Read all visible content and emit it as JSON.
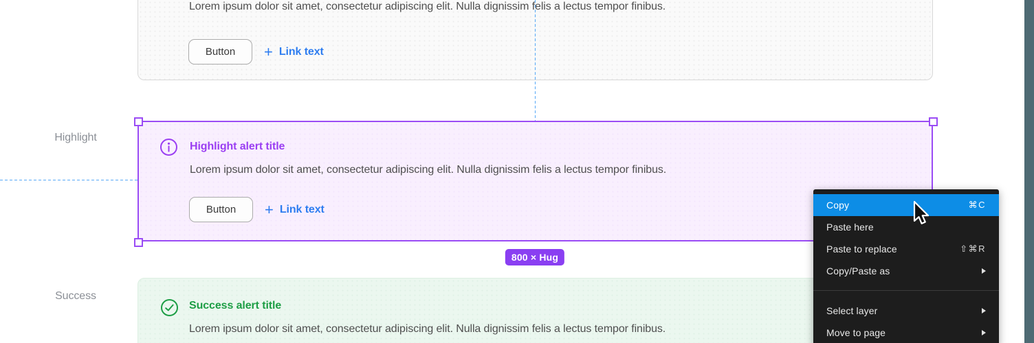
{
  "colors": {
    "selection_purple": "#9a4bf5",
    "badge_purple": "#8a3ff2",
    "highlight_title": "#9b3ff2",
    "highlight_bg": "#f9effe",
    "success_green": "#1d9e45",
    "success_bg": "#ebf7ef",
    "link_blue": "#2e7df0",
    "menu_bg": "#1d1d1d",
    "menu_highlight": "#0d8de6",
    "guide_blue": "#57a9f7",
    "strip_teal": "#4e6a73",
    "body_text": "#4f4f4f",
    "label_gray": "#8b8f96"
  },
  "section_labels": {
    "highlight": "Highlight",
    "success": "Success"
  },
  "size_badge": {
    "text": "800 × Hug"
  },
  "cards": {
    "top": {
      "body": "Lorem ipsum dolor sit amet, consectetur adipiscing elit. Nulla dignissim felis a lectus tempor finibus.",
      "button_label": "Button",
      "link_label": "Link text",
      "link_plus": "+"
    },
    "highlight": {
      "title": "Highlight alert title",
      "body": "Lorem ipsum dolor sit amet, consectetur adipiscing elit. Nulla dignissim felis a lectus tempor finibus.",
      "button_label": "Button",
      "link_label": "Link text",
      "link_plus": "+"
    },
    "success": {
      "title": "Success alert title",
      "body": "Lorem ipsum dolor sit amet, consectetur adipiscing elit. Nulla dignissim felis a lectus tempor finibus."
    }
  },
  "context_menu": {
    "items": [
      {
        "label": "Copy",
        "shortcut": "⌘C"
      },
      {
        "label": "Paste here",
        "shortcut": ""
      },
      {
        "label": "Paste to replace",
        "shortcut": "⇧⌘R"
      },
      {
        "label": "Copy/Paste as",
        "shortcut": ""
      },
      {
        "label": "Select layer",
        "shortcut": ""
      },
      {
        "label": "Move to page",
        "shortcut": ""
      }
    ]
  }
}
